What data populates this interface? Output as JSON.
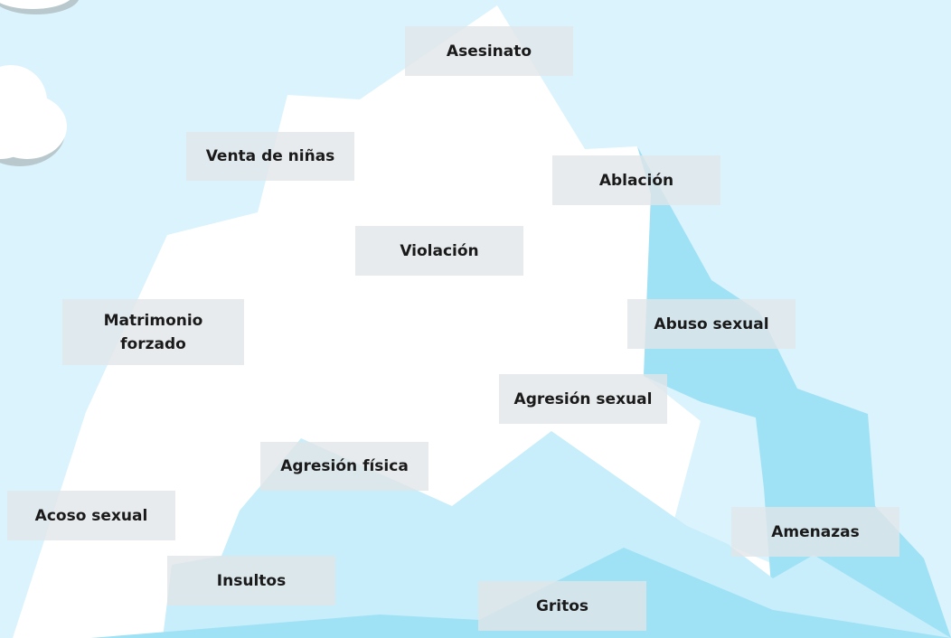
{
  "colors": {
    "sky": "#daf3fc",
    "iceberg": "#ffffff",
    "shadow": "#9fe1f5",
    "water_light": "#c7eefa",
    "label_bg": "#e1e6e8",
    "cloud": "#ffffff",
    "cloud_shadow": "#b9c8cc"
  },
  "labels": {
    "asesinato": "Asesinato",
    "venta": "Venta de niñas",
    "ablacion": "Ablación",
    "violacion": "Violación",
    "matrimonio": "Matrimonio forzado",
    "abuso": "Abuso sexual",
    "agresion_sexual": "Agresión sexual",
    "agresion_fisica": "Agresión física",
    "acoso": "Acoso sexual",
    "amenazas": "Amenazas",
    "insultos": "Insultos",
    "gritos": "Gritos"
  }
}
